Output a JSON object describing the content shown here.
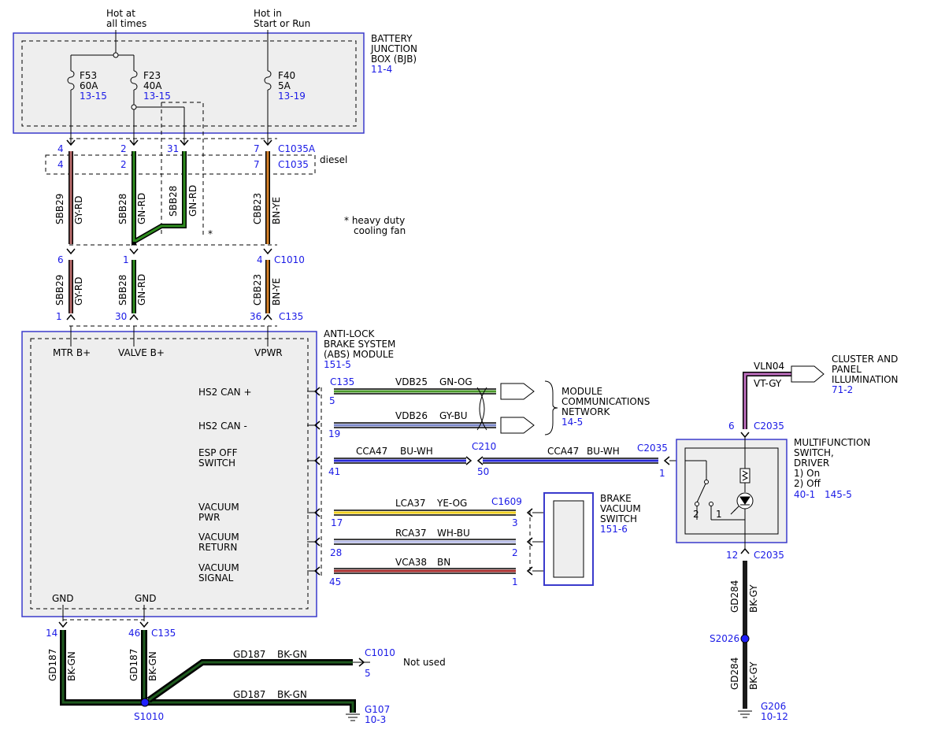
{
  "sources": {
    "hot_at_all_times": [
      "Hot at",
      "all times"
    ],
    "hot_in_start_run": [
      "Hot in",
      "Start or Run"
    ]
  },
  "bjb": {
    "label": [
      "BATTERY",
      "JUNCTION",
      "BOX (BJB)"
    ],
    "ref": "11-4",
    "fuses": [
      {
        "name": "F53",
        "rating": "60A",
        "ref": "13-15"
      },
      {
        "name": "F23",
        "rating": "40A",
        "ref": "13-15"
      },
      {
        "name": "F40",
        "rating": "5A",
        "ref": "13-19"
      }
    ]
  },
  "connectors": {
    "c1035a": {
      "name": "C1035A",
      "pins": [
        "4",
        "2",
        "31",
        "7"
      ]
    },
    "c1035": {
      "name": "C1035",
      "pins": [
        "4",
        "2",
        "7"
      ],
      "note": "diesel"
    },
    "c1010": {
      "name": "C1010",
      "pins": [
        "6",
        "1",
        "4"
      ]
    },
    "c135_top": {
      "name": "C135",
      "pins": [
        "1",
        "30",
        "36"
      ]
    }
  },
  "upper_wires": [
    {
      "circuit": "SBB29",
      "color": "GY-RD"
    },
    {
      "circuit": "SBB28",
      "color": "GN-RD"
    },
    {
      "circuit": "SBB28",
      "color": "GN-RD"
    },
    {
      "circuit": "CBB23",
      "color": "BN-YE"
    }
  ],
  "lower_wires": [
    {
      "circuit": "SBB29",
      "color": "GY-RD"
    },
    {
      "circuit": "SBB28",
      "color": "GN-RD"
    },
    {
      "circuit": "CBB23",
      "color": "BN-YE"
    }
  ],
  "footnote": {
    "mark": "*",
    "text": [
      "* heavy duty",
      "cooling fan"
    ]
  },
  "abs": {
    "label": [
      "ANTI-LOCK",
      "BRAKE SYSTEM",
      "(ABS) MODULE"
    ],
    "ref": "151-5",
    "top_pins": [
      "MTR B+",
      "VALVE B+",
      "VPWR"
    ],
    "right_pins": [
      {
        "label": [
          "HS2 CAN +"
        ]
      },
      {
        "label": [
          "HS2 CAN -"
        ]
      },
      {
        "label": [
          "ESP OFF",
          "SWITCH"
        ]
      },
      {
        "label": [
          "VACUUM",
          "PWR"
        ]
      },
      {
        "label": [
          "VACUUM",
          "RETURN"
        ]
      },
      {
        "label": [
          "VACUUM",
          "SIGNAL"
        ]
      }
    ],
    "gnd_pins": [
      "GND",
      "GND"
    ]
  },
  "right_wires": [
    {
      "pin": "5",
      "connector": "C135",
      "circuit": "VDB25",
      "color": "GN-OG"
    },
    {
      "pin": "19",
      "circuit": "VDB26",
      "color": "GY-BU"
    },
    {
      "pin": "41",
      "circuit": "CCA47",
      "color": "BU-WH",
      "inline": "C210",
      "inline_pin": "50",
      "circuit2": "CCA47",
      "color2": "BU-WH",
      "end_connector": "C2035",
      "end_pin": "1"
    },
    {
      "pin": "17",
      "circuit": "LCA37",
      "color": "YE-OG",
      "end_connector": "C1609",
      "end_pin": "3"
    },
    {
      "pin": "28",
      "circuit": "RCA37",
      "color": "WH-BU",
      "end_pin": "2"
    },
    {
      "pin": "45",
      "circuit": "VCA38",
      "color": "BN",
      "end_pin": "1"
    }
  ],
  "network": {
    "label": [
      "MODULE",
      "COMMUNICATIONS",
      "NETWORK"
    ],
    "ref": "14-5"
  },
  "brake_switch": {
    "label": [
      "BRAKE",
      "VACUUM",
      "SWITCH"
    ],
    "ref": "151-6"
  },
  "mfs": {
    "label": [
      "MULTIFUNCTION",
      "SWITCH,",
      "DRIVER",
      "1) On",
      "2) Off"
    ],
    "ref1": "40-1",
    "ref2": "145-5",
    "pos1": "1",
    "pos2": "2",
    "pin_top": "6",
    "pin_bottom": "12",
    "connector": "C2035"
  },
  "illum": {
    "circuit": "VLN04",
    "color": "VT-GY",
    "label": [
      "CLUSTER AND",
      "PANEL",
      "ILLUMINATION"
    ],
    "ref": "71-2"
  },
  "ground": {
    "pins": [
      "14",
      "46"
    ],
    "connector": "C135",
    "wire_circuit": "GD187",
    "wire_color": "BK-GN",
    "splice": "S1010",
    "not_used_connector": "C1010",
    "not_used_pin": "5",
    "not_used": "Not used",
    "ground_name": "G107",
    "ground_ref": "10-3"
  },
  "right_ground": {
    "circuit": "GD284",
    "color": "BK-GY",
    "splice": "S2026",
    "ground_name": "G206",
    "ground_ref": "10-12"
  },
  "colors": {
    "outline_blue": "#3a3acc",
    "ref_blue": "#1a1ae6",
    "box_fill": "#eeeeee",
    "GY-RD": "#b86a6a",
    "GN-RD": "#2e8c1e",
    "BN-YE": "#d9832a",
    "GN-OG": "#4a9a2a",
    "GY-BU": "#7a86c8",
    "BU-WH": "#2a2ad8",
    "YE-OG": "#f0d020",
    "WH-BU": "#b8bde8",
    "BN": "#a52a2a",
    "BK-GN": "#0e2e0e",
    "BK-GY": "#1a1a1a",
    "VT-GY": "#c070c0"
  }
}
